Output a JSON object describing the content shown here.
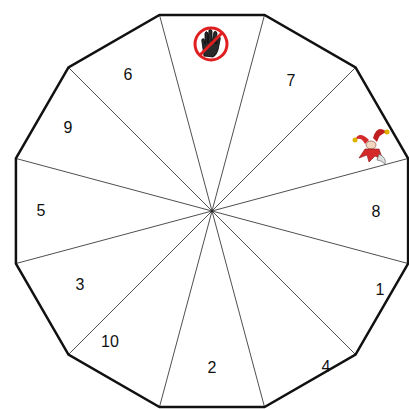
{
  "diagram": {
    "labels": [
      "7",
      "8",
      "1",
      "4",
      "2",
      "10",
      "3",
      "5",
      "9",
      "6"
    ]
  }
}
